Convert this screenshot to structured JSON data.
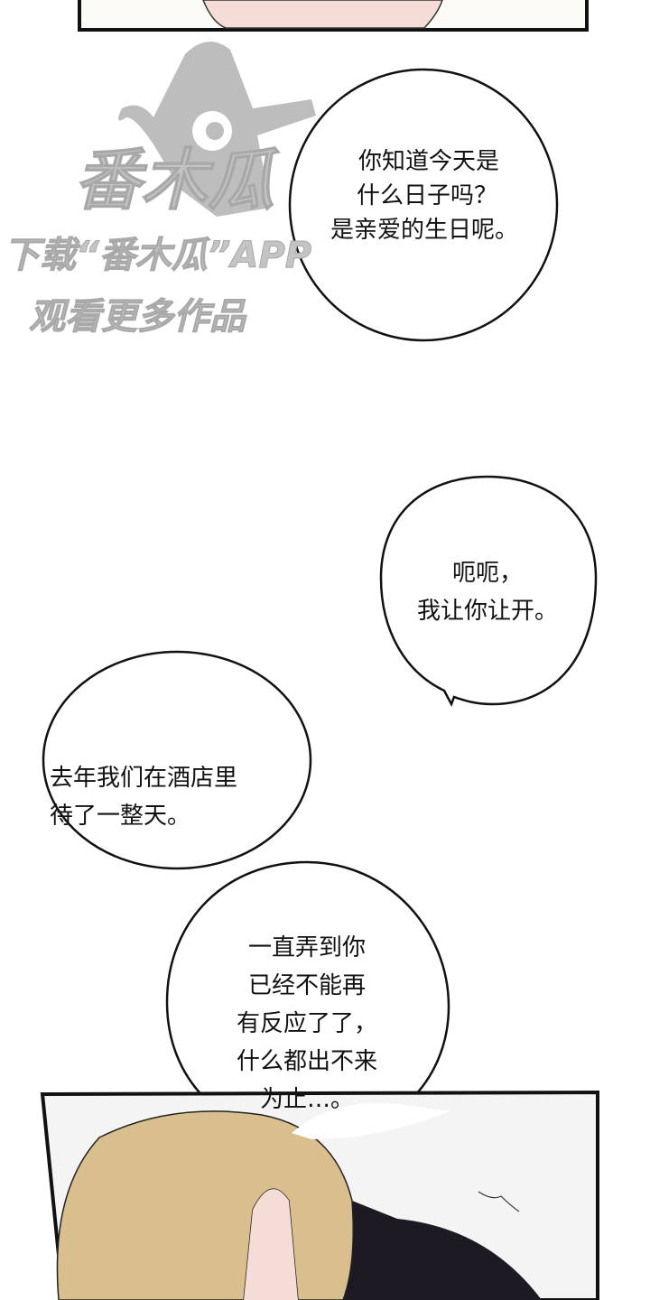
{
  "watermark": {
    "logo_text": "番木瓜",
    "line1": "下载“番木瓜”APP",
    "line2": "观看更多作品"
  },
  "bubbles": [
    {
      "lines": [
        "你知道今天是",
        "什么日子吗？",
        "是亲爱的生日呢。"
      ]
    },
    {
      "lines": [
        "呃呃，",
        "我让你让开。"
      ]
    },
    {
      "lines": [
        "去年我们在酒店里",
        "待了一整天。"
      ]
    },
    {
      "lines": [
        "一直弄到你",
        "已经不能再",
        "有反应了了，",
        "什么都出不来",
        "为止…。"
      ]
    }
  ],
  "colors": {
    "blonde_hair": "#d9bf8e",
    "dark_hair": "#1d1a24",
    "skin": "#f6dcd6",
    "ink": "#111111"
  }
}
